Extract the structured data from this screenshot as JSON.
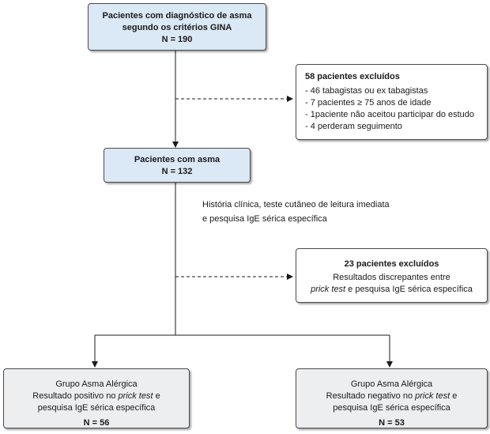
{
  "diagram": {
    "box_initial": {
      "line1": "Pacientes com diagnóstico de asma",
      "line2": "segundo os critérios GINA",
      "n": "N = 190"
    },
    "box_excluded_1": {
      "title": "58 pacientes excluídos",
      "items": [
        "- 46 tabagistas ou ex tabagistas",
        "- 7 pacientes  ≥ 75 anos de idade",
        "- 1paciente não aceitou participar do estudo",
        "- 4 perderam seguimento"
      ]
    },
    "box_asthma": {
      "line1": "Pacientes com asma",
      "n": "N = 132"
    },
    "procedure_text": {
      "line1": "História clínica, teste cutâneo de leitura imediata",
      "line2": "e pesquisa IgE sérica específica"
    },
    "box_excluded_2": {
      "title": "23 pacientes excluídos",
      "line1": "Resultados discrepantes entre",
      "line2_italic": "prick test",
      "line2_rest": " e pesquisa IgE sérica específica"
    },
    "box_group_positive": {
      "line1": "Grupo Asma Alérgica",
      "line2_prefix": "Resultado positivo no ",
      "line2_italic": "prick test",
      "line2_suffix": " e",
      "line3": "pesquisa IgE sérica específica",
      "n": "N = 56"
    },
    "box_group_negative": {
      "line1": "Grupo Asma Alérgica",
      "line2_prefix": "Resultado negativo no ",
      "line2_italic": "prick test",
      "line2_suffix": " e",
      "line3": "pesquisa IgE sérica específica",
      "n": "N = 53"
    },
    "colors": {
      "blue_box": "#dbe8f5",
      "gray_box": "#eceeef",
      "line": "#1a1a1a"
    }
  }
}
